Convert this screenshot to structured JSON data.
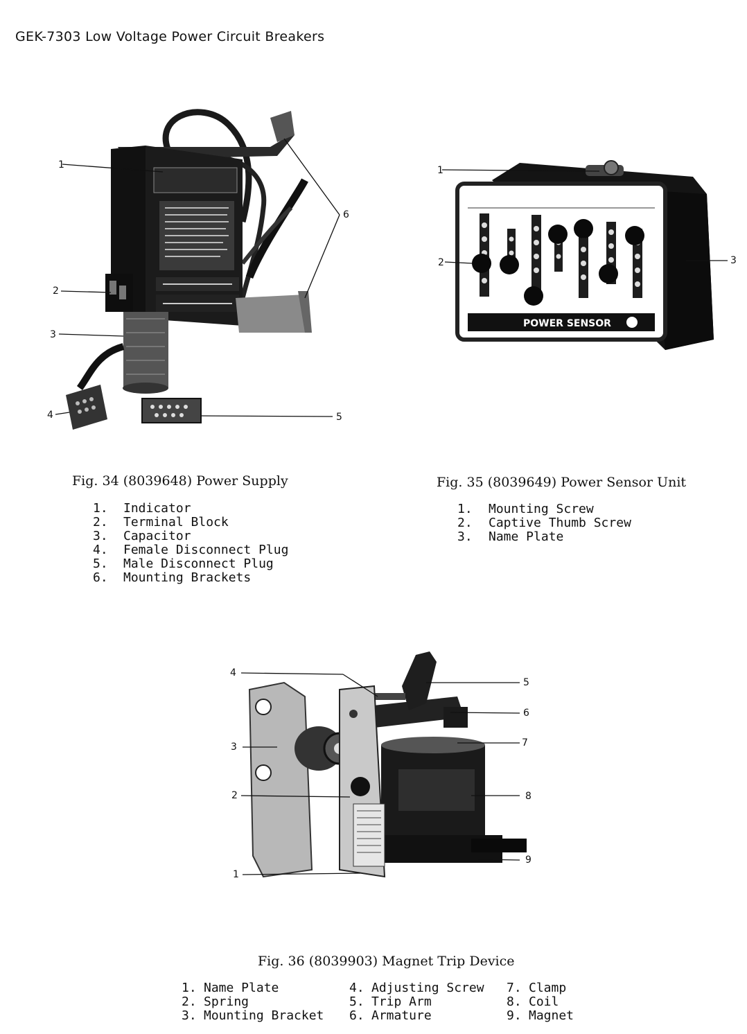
{
  "header": {
    "title": "GEK-7303  Low Voltage Power Circuit Breakers"
  },
  "figures": [
    {
      "caption": "Fig. 34  (8039648)  Power Supply",
      "callouts": [
        "1",
        "2",
        "3",
        "4",
        "5",
        "6"
      ],
      "legend": [
        {
          "num": "1.",
          "label": "Indicator"
        },
        {
          "num": "2.",
          "label": "Terminal Block"
        },
        {
          "num": "3.",
          "label": "Capacitor"
        },
        {
          "num": "4.",
          "label": "Female Disconnect Plug"
        },
        {
          "num": "5.",
          "label": "Male Disconnect Plug"
        },
        {
          "num": "6.",
          "label": "Mounting Brackets"
        }
      ]
    },
    {
      "caption": "Fig. 35  (8039649)  Power Sensor Unit",
      "callouts": [
        "1",
        "2",
        "3"
      ],
      "legend": [
        {
          "num": "1.",
          "label": "Mounting Screw"
        },
        {
          "num": "2.",
          "label": "Captive Thumb Screw"
        },
        {
          "num": "3.",
          "label": "Name Plate"
        }
      ],
      "panel_text": "POWER SENSOR"
    },
    {
      "caption": "Fig. 36  (8039903)  Magnet Trip Device",
      "callouts": [
        "1",
        "2",
        "3",
        "4",
        "5",
        "6",
        "7",
        "8",
        "9"
      ],
      "legend": [
        {
          "num": "1.",
          "label": "Name Plate"
        },
        {
          "num": "2.",
          "label": "Spring"
        },
        {
          "num": "3.",
          "label": "Mounting Bracket"
        },
        {
          "num": "4.",
          "label": "Adjusting Screw"
        },
        {
          "num": "5.",
          "label": "Trip Arm"
        },
        {
          "num": "6.",
          "label": "Armature"
        },
        {
          "num": "7.",
          "label": "Clamp"
        },
        {
          "num": "8.",
          "label": "Coil"
        },
        {
          "num": "9.",
          "label": "Magnet"
        }
      ]
    }
  ]
}
